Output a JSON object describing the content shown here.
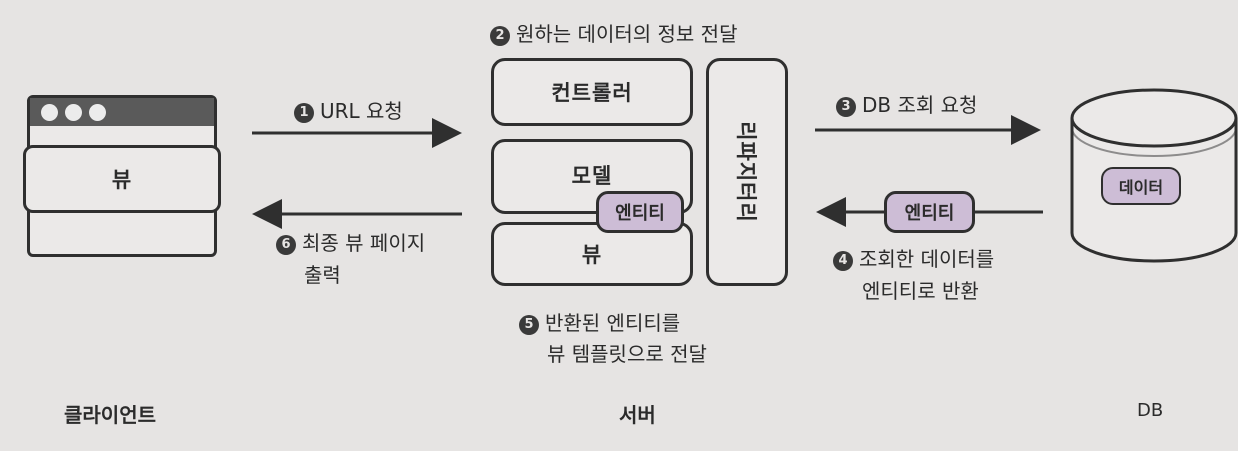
{
  "client": {
    "view_label": "뷰",
    "section_label": "클라이언트"
  },
  "server": {
    "controller_label": "컨트롤러",
    "model_label": "모델",
    "entity_label": "엔티티",
    "view_label": "뷰",
    "repository_label": "리파지터리",
    "section_label": "서버"
  },
  "db": {
    "data_label": "데이터",
    "section_label": "DB"
  },
  "steps": {
    "s1": {
      "num": "1",
      "text": "URL 요청"
    },
    "s2": {
      "num": "2",
      "text": "원하는 데이터의 정보 전달"
    },
    "s3": {
      "num": "3",
      "text": "DB 조회 요청"
    },
    "s4": {
      "num": "4",
      "line1": "조회한 데이터를",
      "line2": "엔티티로 반환"
    },
    "s5": {
      "num": "5",
      "line1": "반환된 엔티티를",
      "line2": "뷰 템플릿으로 전달"
    },
    "s6": {
      "num": "6",
      "line1": "최종 뷰 페이지",
      "line2": "출력"
    }
  },
  "arrow_entity_label": "엔티티",
  "colors": {
    "background": "#e6e4e3",
    "stroke": "#2f2f2f",
    "entity_fill": "#cdbdd6",
    "browser_bar": "#5a5a5a"
  }
}
